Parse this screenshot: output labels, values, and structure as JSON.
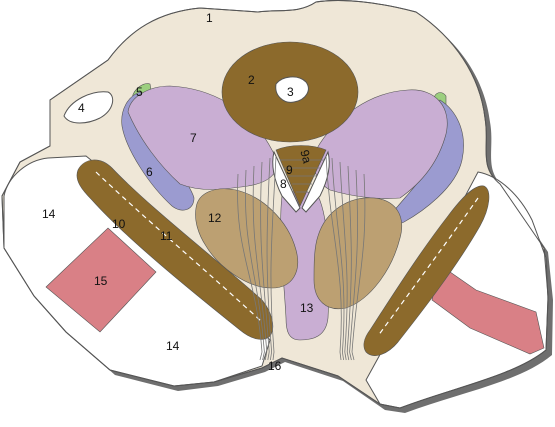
{
  "colors": {
    "background": "#ffffff",
    "tissue": "#efe7d7",
    "outline": "#555555",
    "shadow": "#6f6f6f",
    "dark_brown": "#8c6a2c",
    "light_brown": "#bca072",
    "lilac": "#c9aed3",
    "blue": "#9b9bd0",
    "green": "#9ccf7f",
    "pink": "#d98086",
    "white": "#ffffff"
  },
  "labels": {
    "l1": "1",
    "l2": "2",
    "l3": "3",
    "l4": "4",
    "l5": "5",
    "l6": "6",
    "l7": "7",
    "l8": "8",
    "l9": "9",
    "l9a": "9a",
    "l10": "10",
    "l11": "11",
    "l12": "12",
    "l13": "13",
    "l14a": "14",
    "l14b": "14",
    "l15": "15",
    "l16": "16"
  }
}
